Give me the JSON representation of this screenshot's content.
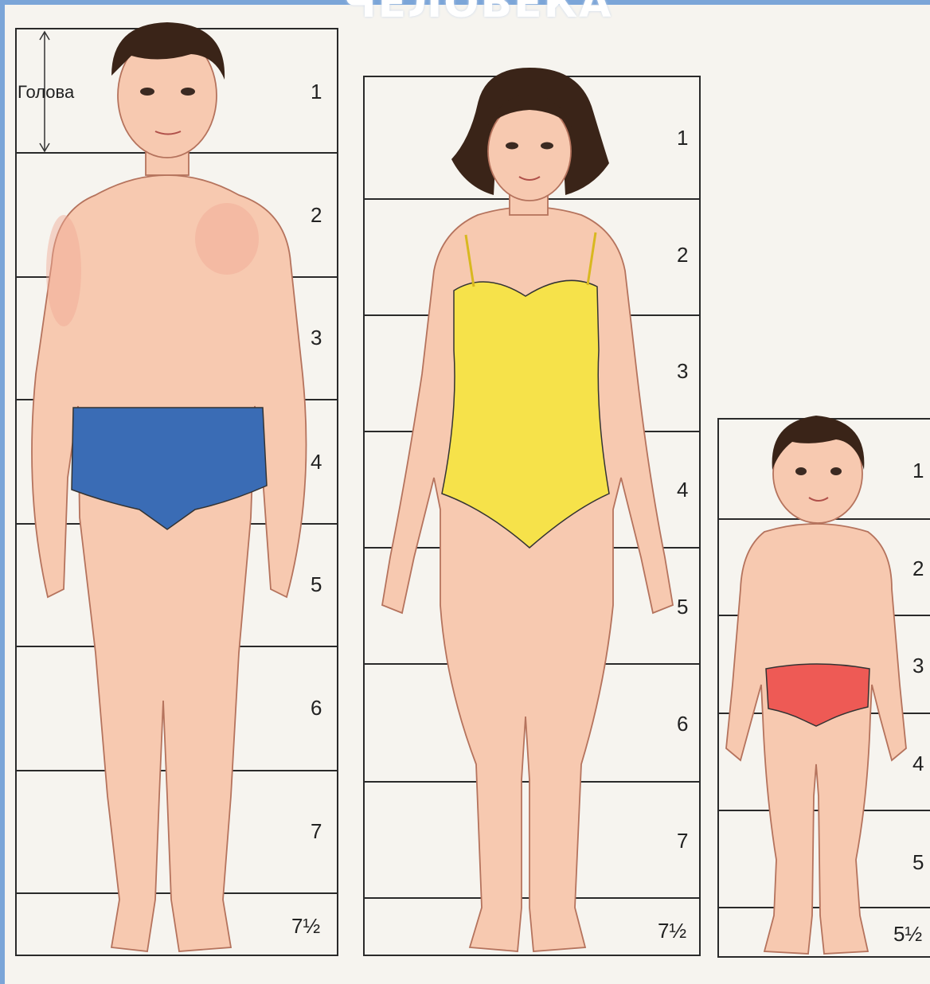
{
  "title": "ЧЕЛОВЕКА",
  "head_label": "Голова",
  "figures": [
    {
      "name": "man",
      "units": [
        "1",
        "2",
        "3",
        "4",
        "5",
        "6",
        "7",
        "7½"
      ],
      "colors": {
        "garment": "#3a6cb5"
      }
    },
    {
      "name": "woman",
      "units": [
        "1",
        "2",
        "3",
        "4",
        "5",
        "6",
        "7",
        "7½"
      ],
      "colors": {
        "garment": "#f6e24a"
      }
    },
    {
      "name": "child",
      "units": [
        "1",
        "2",
        "3",
        "4",
        "5",
        "5½"
      ],
      "colors": {
        "garment": "#ee5a55"
      }
    }
  ],
  "colors": {
    "frame": "#7ba5d8",
    "skin": "#f7c9b0",
    "hair": "#3a2418"
  }
}
